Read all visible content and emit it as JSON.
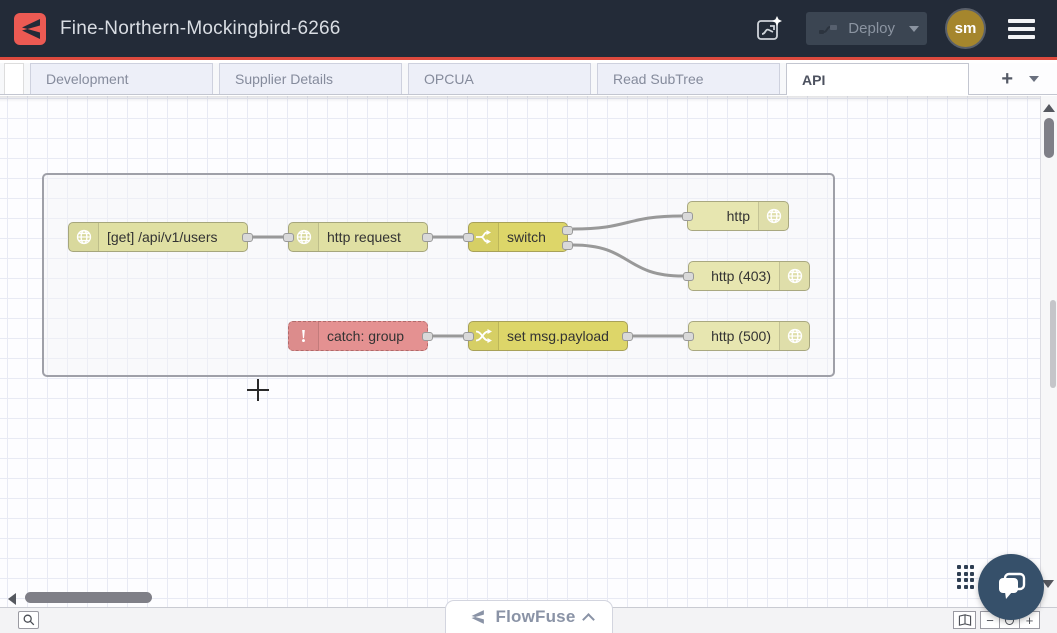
{
  "header": {
    "title": "Fine-Northern-Mockingbird-6266",
    "deploy_label": "Deploy",
    "avatar_initials": "sm"
  },
  "tabs": {
    "items": [
      {
        "label": "Development",
        "active": false
      },
      {
        "label": "Supplier Details",
        "active": false
      },
      {
        "label": "OPCUA",
        "active": false
      },
      {
        "label": "Read SubTree",
        "active": false
      },
      {
        "label": "API",
        "active": true
      }
    ],
    "add_label": "+"
  },
  "flow": {
    "nodes": [
      {
        "label": "[get] /api/v1/users",
        "type": "http in",
        "icon": "globe-icon"
      },
      {
        "label": "http request",
        "type": "http request",
        "icon": "globe-icon"
      },
      {
        "label": "switch",
        "type": "switch",
        "icon": "switch-icon",
        "outputs": 2
      },
      {
        "label": "http",
        "type": "http response",
        "icon": "globe-icon"
      },
      {
        "label": "http (403)",
        "type": "http response",
        "icon": "globe-icon"
      },
      {
        "label": "catch: group",
        "type": "catch",
        "icon": "exclamation-icon",
        "icon_glyph": "!"
      },
      {
        "label": "set msg.payload",
        "type": "change",
        "icon": "change-icon"
      },
      {
        "label": "http (500)",
        "type": "http response",
        "icon": "globe-icon"
      }
    ],
    "wires": [
      {
        "from": "http in",
        "to": "http request"
      },
      {
        "from": "http request",
        "to": "switch"
      },
      {
        "from": "switch:1",
        "to": "http"
      },
      {
        "from": "switch:2",
        "to": "http (403)"
      },
      {
        "from": "catch: group",
        "to": "set msg.payload"
      },
      {
        "from": "set msg.payload",
        "to": "http (500)"
      }
    ]
  },
  "footer": {
    "flowfuse_label": "FlowFuse",
    "zoom_out_label": "−",
    "zoom_in_label": "+"
  },
  "colors": {
    "header_bg": "#232b38",
    "header_accent_line": "#dd4a3e",
    "brand_red": "#ec5a53",
    "avatar_bg": "#a5862d",
    "node_http_in": "#e0e0a3",
    "node_switch_change": "#ddd669",
    "node_catch": "#e49191",
    "node_http_response": "#e7e6b0",
    "wire": "#999999",
    "chat_bubble": "#36506a"
  }
}
